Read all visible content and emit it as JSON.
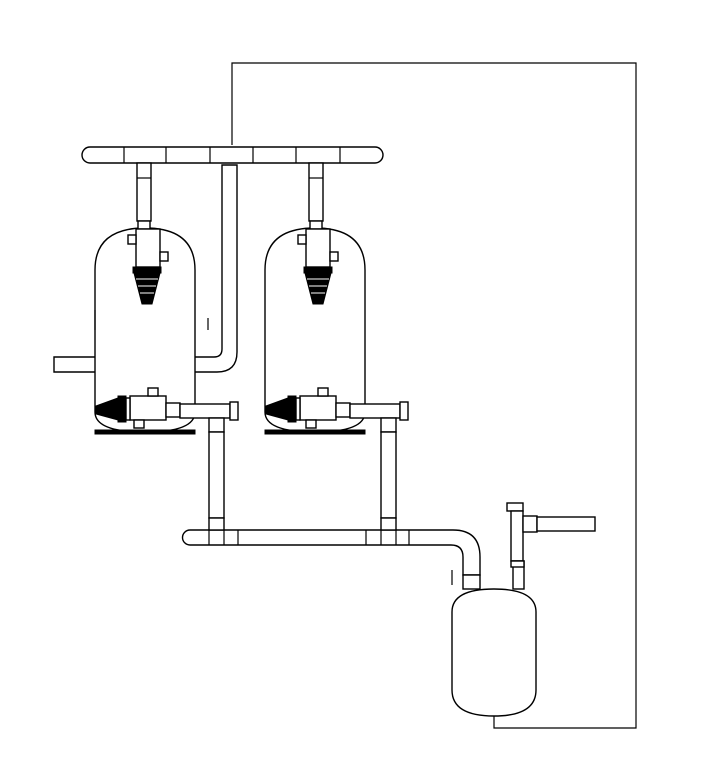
{
  "diagram": {
    "kind": "piping-schematic",
    "components": [
      {
        "id": "filter-tank-left",
        "type": "pressure-vessel"
      },
      {
        "id": "filter-tank-right",
        "type": "pressure-vessel"
      },
      {
        "id": "brine-tank",
        "type": "pressure-vessel"
      },
      {
        "id": "top-manifold",
        "type": "header-pipe"
      },
      {
        "id": "bottom-manifold",
        "type": "header-pipe"
      },
      {
        "id": "inlet-pipe",
        "type": "pipe"
      },
      {
        "id": "outlet-pipe",
        "type": "pipe"
      },
      {
        "id": "return-line",
        "type": "line"
      }
    ],
    "colors": {
      "line": "#000000",
      "fill": "#ffffff",
      "fitting": "#000000"
    }
  }
}
